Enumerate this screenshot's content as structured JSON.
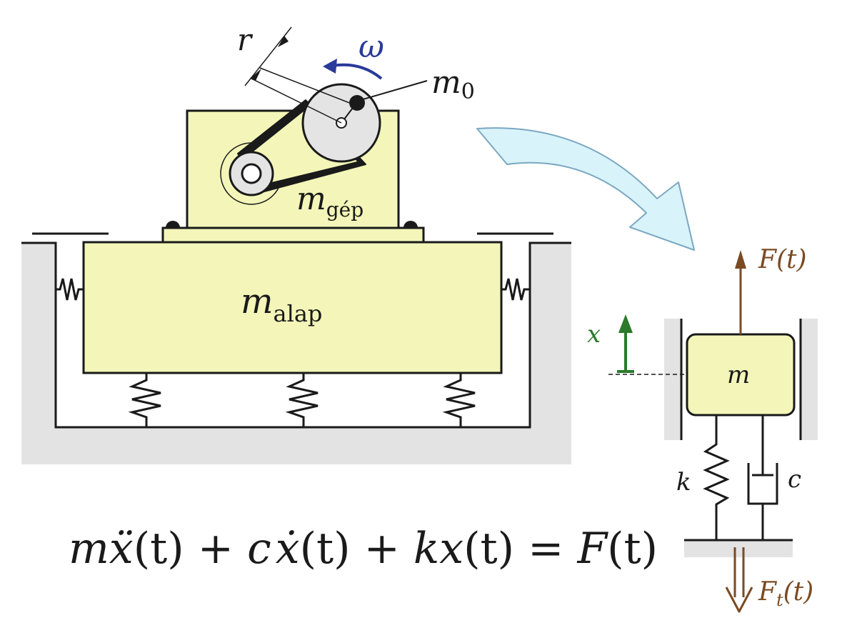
{
  "colors": {
    "block_fill": "#f3f6b8",
    "ground_fill": "#e3e3e3",
    "outline": "#1a1a1a",
    "omega_blue": "#2a3a9a",
    "disp_green": "#2a7a2a",
    "force_brown": "#7a4a22",
    "big_arrow_fill": "#d9f3fb",
    "big_arrow_stroke": "#7aa8c0",
    "pulley_fill": "#e4e4e4"
  },
  "labels": {
    "r": "r",
    "omega": "ω",
    "m0_base": "m",
    "m0_sub": "0",
    "m_gep_base": "m",
    "m_gep_sub": "gép",
    "m_alap_base": "m",
    "m_alap_sub": "alap",
    "x": "x",
    "m": "m",
    "k": "k",
    "c": "c",
    "F_t": "F(t)",
    "Ft_base": "F",
    "Ft_sub": "t",
    "Ft_arg": "(t)"
  },
  "equation": {
    "lhs_m": "m",
    "lhs_xdd": "ẍ",
    "lhs_t1": "(t) + ",
    "lhs_c": "c",
    "lhs_xd": "ẋ",
    "lhs_t2": "(t) + ",
    "lhs_k": "kx",
    "lhs_t3": "(t) = ",
    "rhs_F": "F",
    "rhs_t": "(t)"
  }
}
